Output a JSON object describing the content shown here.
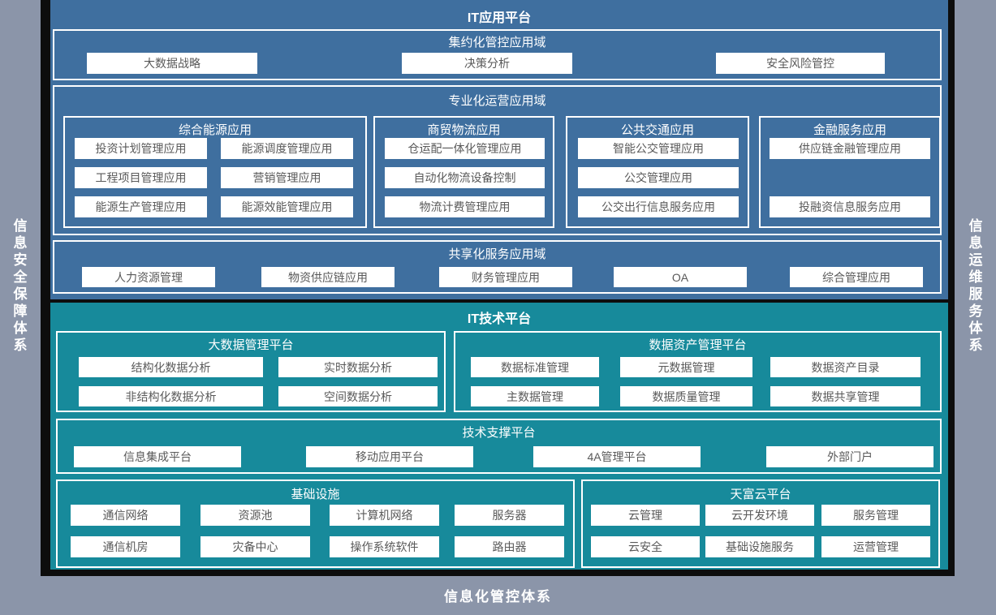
{
  "frame": {
    "left_label": "信息安全保障体系",
    "right_label": "信息运维服务体系",
    "bottom_label": "信息化管控体系"
  },
  "colors": {
    "app_platform_blue": "#3F6F9F",
    "tech_platform_teal": "#178A9B",
    "frame_gray": "#8B95A9",
    "frame_black": "#0D0D0D",
    "chip_background": "#FFFFFF",
    "chip_text": "#595959",
    "panel_border": "#FFFFFF"
  },
  "app_platform": {
    "title": "IT应用平台",
    "intensive": {
      "title": "集约化管控应用域",
      "chips": [
        "大数据战略",
        "决策分析",
        "安全风险管控"
      ]
    },
    "professional": {
      "title": "专业化运营应用域",
      "groups": [
        {
          "title": "综合能源应用",
          "chips": [
            "投资计划管理应用",
            "能源调度管理应用",
            "工程项目管理应用",
            "营销管理应用",
            "能源生产管理应用",
            "能源效能管理应用"
          ]
        },
        {
          "title": "商贸物流应用",
          "chips": [
            "仓运配一体化管理应用",
            "自动化物流设备控制",
            "物流计费管理应用"
          ]
        },
        {
          "title": "公共交通应用",
          "chips": [
            "智能公交管理应用",
            "公交管理应用",
            "公交出行信息服务应用"
          ]
        },
        {
          "title": "金融服务应用",
          "chips": [
            "供应链金融管理应用",
            "投融资信息服务应用"
          ]
        }
      ]
    },
    "shared": {
      "title": "共享化服务应用域",
      "chips": [
        "人力资源管理",
        "物资供应链应用",
        "财务管理应用",
        "OA",
        "综合管理应用"
      ]
    }
  },
  "tech_platform": {
    "title": "IT技术平台",
    "bigdata": {
      "title": "大数据管理平台",
      "chips": [
        "结构化数据分析",
        "实时数据分析",
        "非结构化数据分析",
        "空间数据分析"
      ]
    },
    "data_asset": {
      "title": "数据资产管理平台",
      "chips": [
        "数据标准管理",
        "元数据管理",
        "数据资产目录",
        "主数据管理",
        "数据质量管理",
        "数据共享管理"
      ]
    },
    "support": {
      "title": "技术支撑平台",
      "chips": [
        "信息集成平台",
        "移动应用平台",
        "4A管理平台",
        "外部门户"
      ]
    },
    "infrastructure": {
      "title": "基础设施",
      "chips": [
        "通信网络",
        "资源池",
        "计算机网络",
        "服务器",
        "通信机房",
        "灾备中心",
        "操作系统软件",
        "路由器"
      ]
    },
    "cloud": {
      "title": "天富云平台",
      "chips": [
        "云管理",
        "云开发环境",
        "服务管理",
        "云安全",
        "基础设施服务",
        "运营管理"
      ]
    }
  }
}
